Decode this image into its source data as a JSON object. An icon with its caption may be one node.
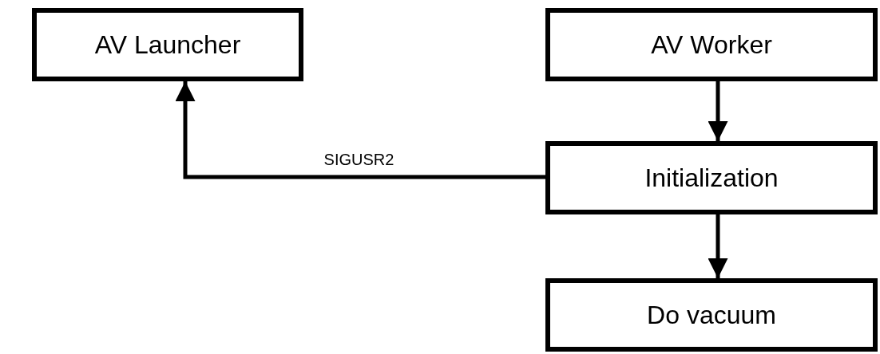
{
  "diagram": {
    "nodes": [
      {
        "text": [
          "AV Launcher"
        ]
      },
      {
        "text": [
          "AV Worker"
        ]
      },
      {
        "text": [
          "Initialization"
        ]
      },
      {
        "text": [
          "Do vacuum"
        ]
      }
    ],
    "edges": [
      {
        "from": 1,
        "to": 2,
        "arrow": "to"
      },
      {
        "from": 2,
        "to": 3,
        "arrow": "to"
      },
      {
        "from": 2,
        "to": 0,
        "arrow": "to",
        "label": "SIGUSR2"
      }
    ]
  }
}
